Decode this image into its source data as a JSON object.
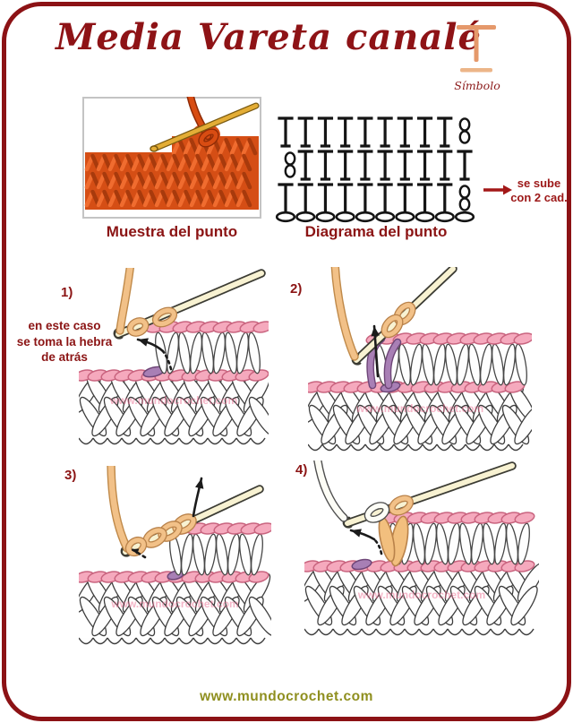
{
  "header": {
    "title": "Media Vareta canalé",
    "symbol_caption": "Símbolo"
  },
  "samples": {
    "photo_caption": "Muestra del punto",
    "diagram_caption": "Diagrama del punto",
    "note": {
      "line1": "se sube",
      "line2": "con 2 cad."
    }
  },
  "diagram": {
    "type": "crochet-stitch-chart",
    "stitch_symbol": "media-vareta-T",
    "foundation_chains": 10,
    "rows": [
      {
        "index": 1,
        "stitches": 9,
        "turning_chains": 2,
        "turning_side": "right"
      },
      {
        "index": 2,
        "stitches": 9,
        "turning_chains": 2,
        "turning_side": "left"
      },
      {
        "index": 3,
        "stitches": 9,
        "turning_chains": 2,
        "turning_side": "right"
      }
    ]
  },
  "steps": [
    {
      "label": "1)",
      "caption_lines": [
        "en este caso",
        "se toma la hebra",
        "de atrás"
      ]
    },
    {
      "label": "2)",
      "caption_lines": []
    },
    {
      "label": "3)",
      "caption_lines": []
    },
    {
      "label": "4)",
      "caption_lines": []
    }
  ],
  "watermark": "www.mundocrochet.com",
  "footer": {
    "url": "www.mundocrochet.com"
  },
  "colors": {
    "accent_red": "#8C1215",
    "caption_red": "#8B1414",
    "footer_olive": "#8F8F1F",
    "symbol_orange": "#E5996B",
    "stitch_pink": "#F5A9BD",
    "highlight_purple": "#A87FB5",
    "yarn_tan": "#F2C188",
    "hook_cream": "#F8F2D2",
    "photo_orange": "#D54E15",
    "photo_hook_gold": "#E3AD36"
  }
}
